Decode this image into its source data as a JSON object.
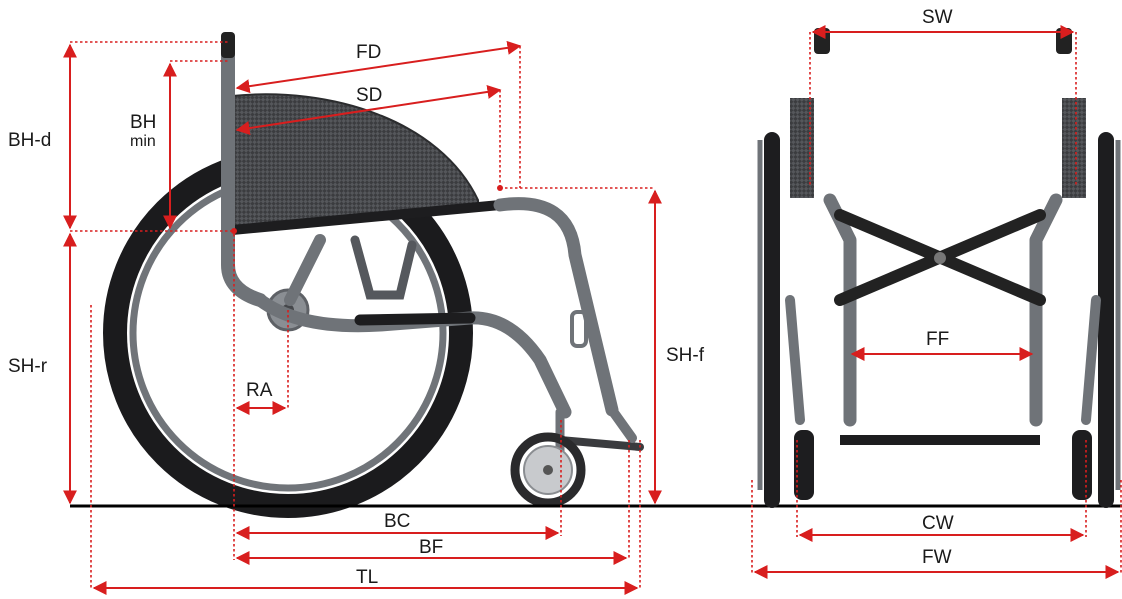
{
  "labels": {
    "bh_d": "BH-d",
    "bh": "BH",
    "bh_min": "min",
    "fd": "FD",
    "sd": "SD",
    "sh_r": "SH-r",
    "sh_f": "SH-f",
    "ra": "RA",
    "bc": "BC",
    "bf": "BF",
    "tl": "TL",
    "sw": "SW",
    "ff": "FF",
    "cw": "CW",
    "fw": "FW"
  },
  "colors": {
    "dimension": "#d81e1e",
    "frame": "#6f7378",
    "tire": "#1d1d1f",
    "backrest": "#3a3a3c",
    "ground": "#000000"
  }
}
